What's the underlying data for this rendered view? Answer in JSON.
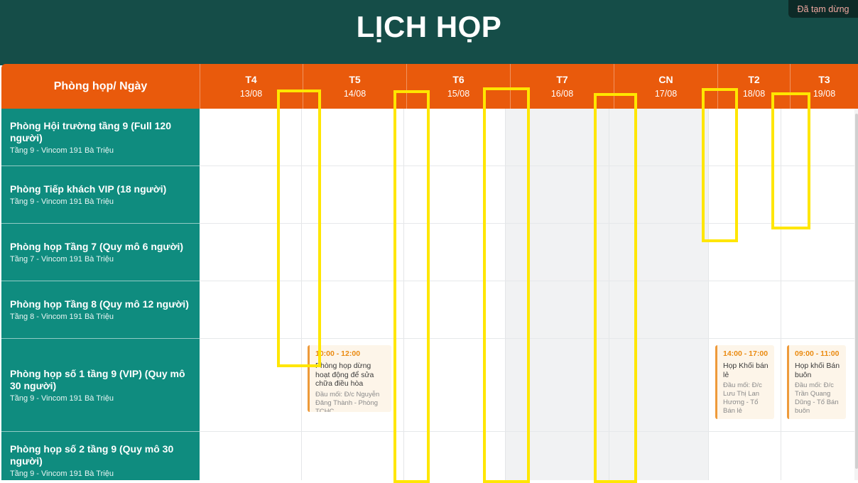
{
  "page": {
    "title": "LỊCH HỌP",
    "status_badge": "Đã tạm dừng"
  },
  "header": {
    "room_column_label": "Phòng họp/ Ngày"
  },
  "days": [
    {
      "name": "T4",
      "date": "13/08"
    },
    {
      "name": "T5",
      "date": "14/08"
    },
    {
      "name": "T6",
      "date": "15/08"
    },
    {
      "name": "T7",
      "date": "16/08"
    },
    {
      "name": "CN",
      "date": "17/08"
    },
    {
      "name": "T2",
      "date": "18/08"
    },
    {
      "name": "T3",
      "date": "19/08"
    }
  ],
  "rooms": [
    {
      "name": "Phòng Hội trường tầng 9 (Full 120 người)",
      "location": "Tầng 9 - Vincom 191 Bà Triệu"
    },
    {
      "name": "Phòng Tiếp khách VIP (18 người)",
      "location": "Tầng 9 - Vincom 191 Bà Triệu"
    },
    {
      "name": "Phòng họp Tầng 7 (Quy mô 6 người)",
      "location": "Tầng 7 - Vincom 191 Bà Triệu"
    },
    {
      "name": "Phòng họp Tầng 8 (Quy mô 12 người)",
      "location": "Tầng 8 - Vincom 191 Bà Triệu"
    },
    {
      "name": "Phòng họp số 1 tầng 9 (VIP) (Quy mô 30 người)",
      "location": "Tầng 9 - Vincom 191 Bà Triệu"
    },
    {
      "name": "Phòng họp số 2 tầng 9 (Quy mô 30 người)",
      "location": "Tầng 9 - Vincom 191 Bà Triệu"
    }
  ],
  "events": [
    {
      "time": "10:00 - 12:00",
      "title": "Phòng họp dừng hoạt động để sửa chữa điều hòa",
      "contact": "Đầu mối: Đ/c Nguyễn Đăng Thành - Phòng TCHC"
    },
    {
      "time": "14:00 - 17:00",
      "title": "Họp Khối bán lẻ",
      "contact": "Đầu mối: Đ/c Lưu Thị Lan Hương - Tổ Bán lẻ"
    },
    {
      "time": "09:00 - 11:00",
      "title": "Họp khối Bán buôn",
      "contact": "Đầu mối: Đ/c Trần Quang Dũng - Tổ Bán buôn"
    }
  ],
  "colors": {
    "topbar": "#154d48",
    "header_orange": "#e95a0c",
    "room_teal": "#0f8c7f",
    "event_accent": "#ee9a3a",
    "highlight_yellow": "#ffe600"
  }
}
